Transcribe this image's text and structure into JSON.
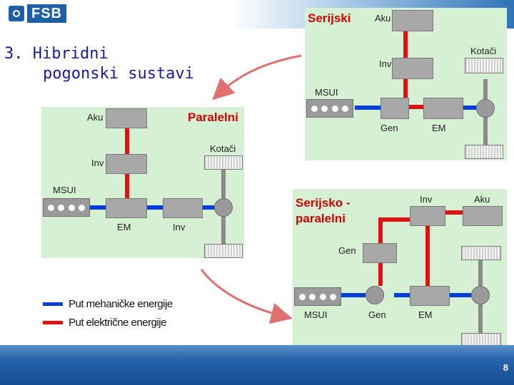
{
  "header": {
    "logo_text": "FSB"
  },
  "slide": {
    "title_line1": "3. Hibridni",
    "title_line2": "pogonski sustavi",
    "page_number": "8"
  },
  "serial": {
    "title": "Serijski",
    "aku": "Aku",
    "kotaci": "Kotači",
    "inv": "Inv",
    "msui": "MSUI",
    "gen": "Gen",
    "em": "EM"
  },
  "parallel": {
    "title": "Paralelni",
    "aku": "Aku",
    "kotaci": "Kotači",
    "inv": "Inv",
    "msui": "MSUI",
    "em": "EM",
    "inv2": "Inv"
  },
  "serpar": {
    "title_line1": "Serijsko -",
    "title_line2": "paralelni",
    "inv": "Inv",
    "aku": "Aku",
    "gen": "Gen",
    "msui": "MSUI",
    "gen2": "Gen",
    "em": "EM"
  },
  "legend": {
    "mechanical": "Put mehaničke energije",
    "electrical": "Put električne energije"
  },
  "colors": {
    "mechanical": "#0040d8",
    "electrical": "#e41010",
    "panel": "#d6f0d4",
    "arrow": "#e07070"
  }
}
